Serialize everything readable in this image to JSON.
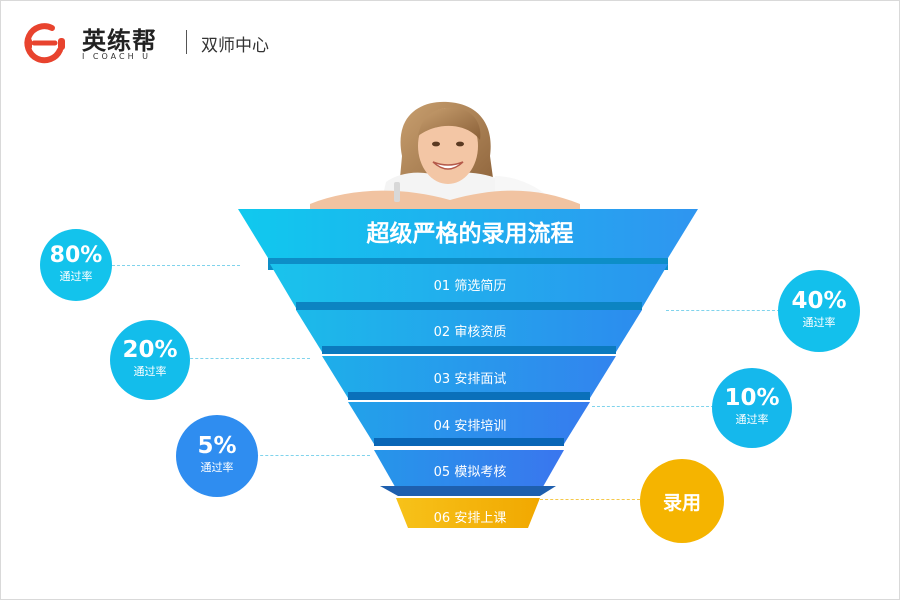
{
  "header": {
    "brand": "英练帮",
    "brand_sub": "I COACH U",
    "subtitle": "双师中心"
  },
  "funnel": {
    "title": "超级严格的录用流程",
    "steps": [
      {
        "label": "01  筛选简历"
      },
      {
        "label": "02  审核资质"
      },
      {
        "label": "03  安排面试"
      },
      {
        "label": "04  安排培训"
      },
      {
        "label": "05  模拟考核"
      },
      {
        "label": "06  安排上课"
      }
    ]
  },
  "rates": [
    {
      "percent": "80%",
      "caption": "通过率"
    },
    {
      "percent": "40%",
      "caption": "通过率"
    },
    {
      "percent": "20%",
      "caption": "通过率"
    },
    {
      "percent": "10%",
      "caption": "通过率"
    },
    {
      "percent": "5%",
      "caption": "通过率"
    }
  ],
  "final": {
    "label": "录用"
  },
  "colors": {
    "cyan": "#12c3ea",
    "blue": "#2f86ef",
    "gold": "#f5b400",
    "logo_red": "#e8432e"
  }
}
